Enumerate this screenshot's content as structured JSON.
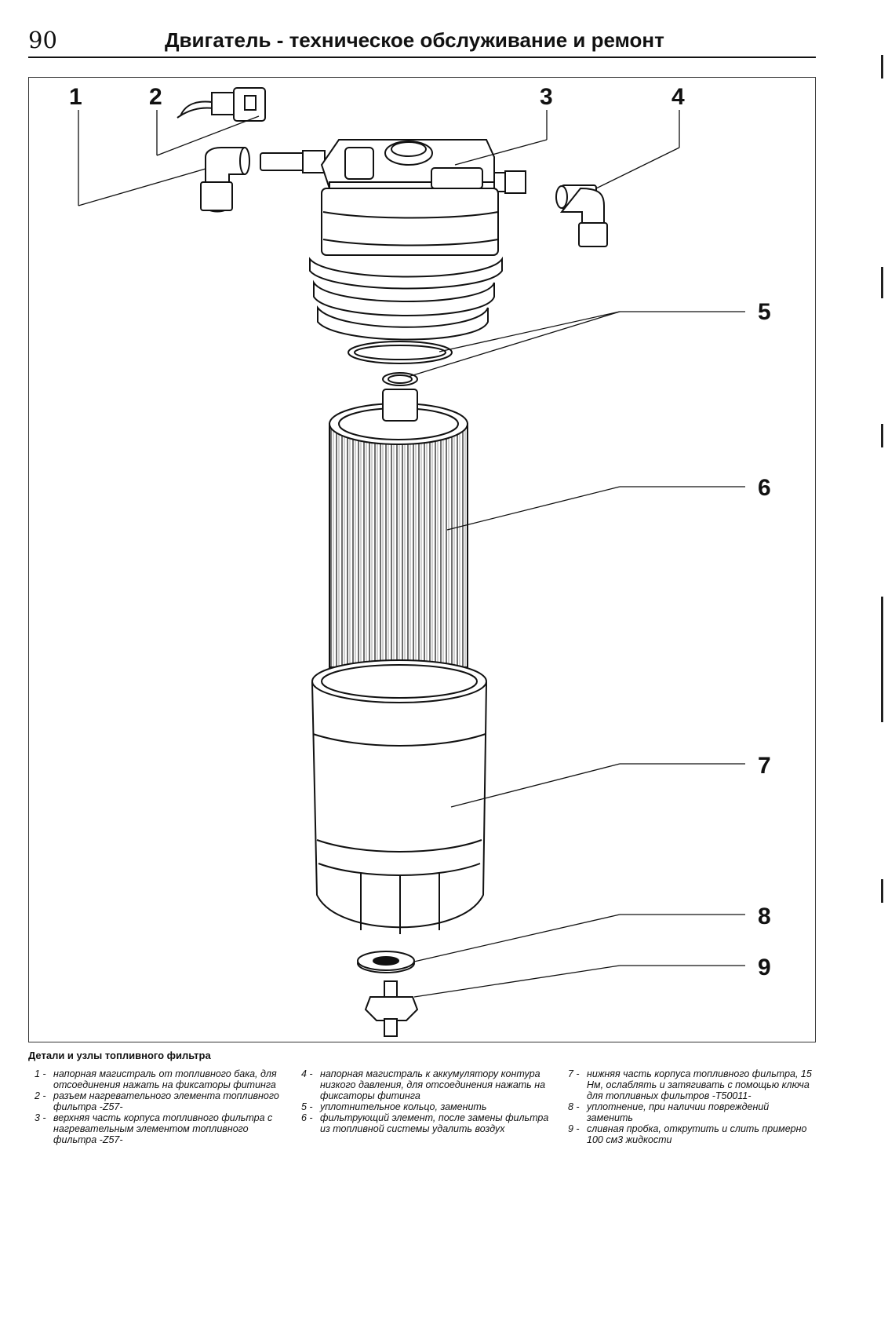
{
  "header": {
    "page_number": "90",
    "title": "Двигатель - техническое обслуживание и ремонт"
  },
  "figure": {
    "callouts": [
      "1",
      "2",
      "3",
      "4",
      "5",
      "6",
      "7",
      "8",
      "9"
    ]
  },
  "caption": {
    "title": "Детали и узлы топливного фильтра"
  },
  "legend": [
    {
      "num": "1 -",
      "text": "напорная магистраль от топливного бака, для отсоединения нажать на фиксаторы фитинга"
    },
    {
      "num": "2 -",
      "text": "разъем нагревательного элемента топливного фильтра -Z57-"
    },
    {
      "num": "3 -",
      "text": "верхняя часть корпуса топливного фильтра с нагревательным элементом топливного фильтра -Z57-"
    },
    {
      "num": "4 -",
      "text": "напорная магистраль к аккумулятору контура низкого давления, для отсоединения нажать на фиксаторы фитинга"
    },
    {
      "num": "5 -",
      "text": "уплотнительное кольцо, заменить"
    },
    {
      "num": "6 -",
      "text": "фильтрующий элемент, после замены фильтра из топливной системы удалить воздух"
    },
    {
      "num": "7 -",
      "text": "нижняя часть корпуса топливного фильтра, 15 Нм, ослаблять и затягивать с помощью ключа для топливных фильтров -T50011-"
    },
    {
      "num": "8 -",
      "text": "уплотнение, при наличии повреждений заменить"
    },
    {
      "num": "9 -",
      "text": "сливная пробка, открутить и слить примерно 100 см3 жидкости"
    }
  ]
}
